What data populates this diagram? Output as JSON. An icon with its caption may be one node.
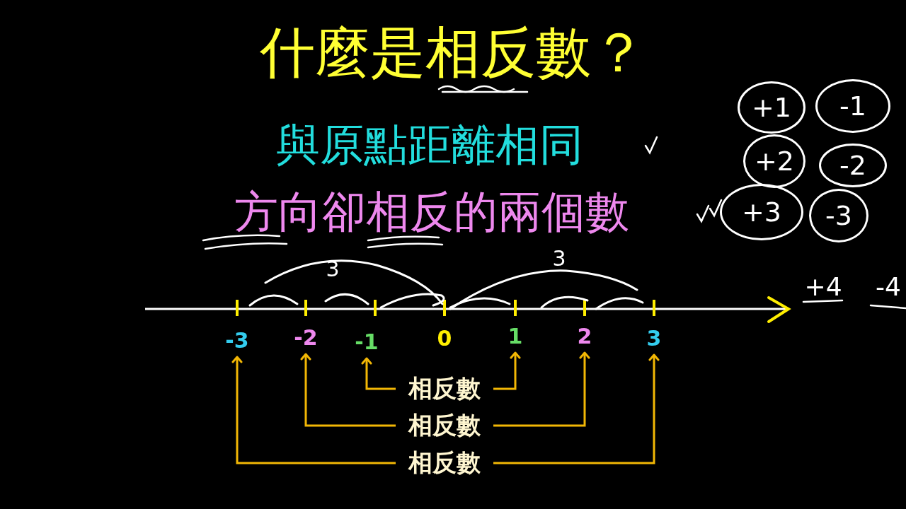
{
  "diagram": {
    "title": "什麼是相反數？",
    "nodes": [
      {
        "text": [
          "-3"
        ]
      },
      {
        "text": [
          "-2"
        ]
      },
      {
        "text": [
          "-1"
        ]
      },
      {
        "text": [
          "0"
        ]
      },
      {
        "text": [
          "1"
        ]
      },
      {
        "text": [
          "2"
        ]
      },
      {
        "text": [
          "3"
        ]
      },
      {
        "text": [
          "相反數"
        ]
      },
      {
        "text": [
          "相反數"
        ]
      },
      {
        "text": [
          "相反數"
        ]
      },
      {
        "text": [
          "+1"
        ]
      },
      {
        "text": [
          "-1"
        ]
      },
      {
        "text": [
          "+2"
        ]
      },
      {
        "text": [
          "-2"
        ]
      },
      {
        "text": [
          "+3"
        ]
      },
      {
        "text": [
          "-3"
        ]
      }
    ],
    "edges": [
      {
        "from": 7,
        "to": 2,
        "arrow": "to"
      },
      {
        "from": 7,
        "to": 4,
        "arrow": "to"
      },
      {
        "from": 8,
        "to": 1,
        "arrow": "to"
      },
      {
        "from": 8,
        "to": 5,
        "arrow": "to"
      },
      {
        "from": 9,
        "to": 0,
        "arrow": "to"
      },
      {
        "from": 9,
        "to": 6,
        "arrow": "to"
      }
    ],
    "labels": [
      "與原點距離相同",
      "方向卻相反的兩個數",
      "3",
      "3",
      "+4",
      "-4"
    ]
  }
}
